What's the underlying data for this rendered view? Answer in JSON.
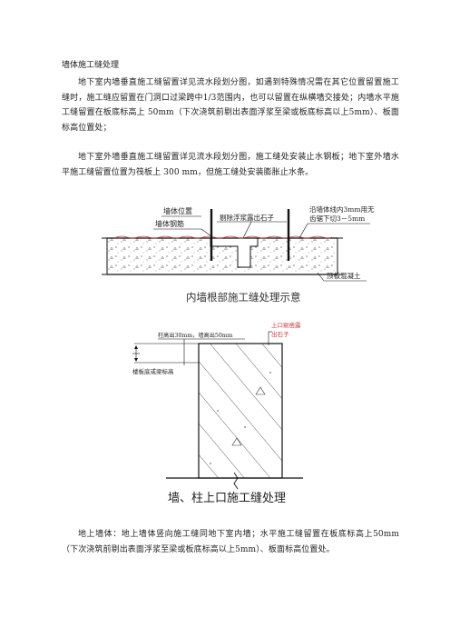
{
  "heading": "墙体施工缝处理",
  "paragraphs": {
    "p1": "地下室内墙垂直施工缝留置详见流水段划分图，如遇到特殊情况需在其它位置留置施工缝时，施工缝应留置在门洞口过梁跨中1/3范围内，也可以留置在纵横墙交接处；内墙水平施工缝留置在板底标高上 50mm（下次浇筑前剔出表面浮浆至梁或板底标高以上5mm）、板面标高位置处；",
    "p2": "地下室外墙垂直施工缝留置详见流水段划分图，施工缝处安装止水钢板；地下室外墙水平施工缝留置位置为筏板上 300 mm，但施工缝处安装膨胀止水条。",
    "p3": "地上墙体：地上墙体竖向施工缝同地下室内墙；水平施工缝留置在板底标高上50mm（下次浇筑前剔出表面浮浆至梁或板底标高以上5mm）、板面标高位置处。"
  },
  "figure1": {
    "caption": "内墙根部施工缝处理示意",
    "labels": {
      "wall_position": "墙体位置",
      "wall_rebar": "墙体钢筋",
      "remove_slurry": "剔除浮浆露出石子",
      "cut_line_1": "沿墙体线内3mm用无",
      "cut_line_2": "齿锯下切3－5mm",
      "slab_concrete": "顶板混凝土"
    }
  },
  "figure2": {
    "caption": "墙、柱上口施工缝处理",
    "labels": {
      "height_note": "柱高出30mm，墙高出50mm",
      "top_1": "上口剔凿露",
      "top_2": "出石子",
      "slab_bottom": "楼板底或梁标高"
    }
  },
  "colors": {
    "text": "#222222",
    "line": "#111111",
    "red": "#d23a3a"
  }
}
